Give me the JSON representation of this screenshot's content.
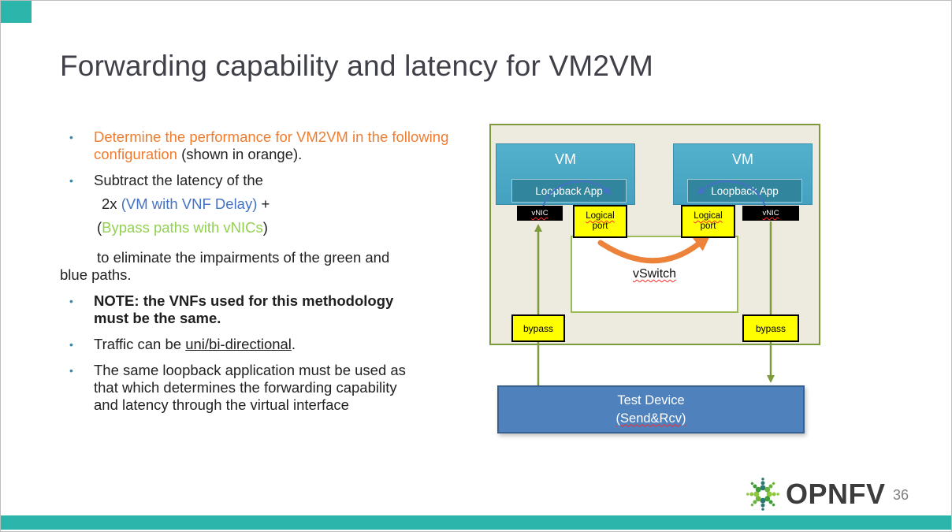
{
  "slide": {
    "title": "Forwarding capability and latency for VM2VM"
  },
  "bullets": {
    "marker": "•",
    "b1_orange": "Determine the performance for VM2VM in the following configuration",
    "b1_rest": " (shown in orange).",
    "b2_intro": "Subtract the latency of the",
    "b2_l2_pre": "2x ",
    "b2_l2_blue": "(VM with VNF Delay)",
    "b2_l2_post": " +",
    "b2_l3_pre": "(",
    "b2_l3_green": "Bypass paths with vNICs",
    "b2_l3_post": ")",
    "b2_l4a": "to eliminate the impairments of the green and",
    "b2_l4b": "blue paths.",
    "b3_bold": "NOTE: the VNFs used for this methodology must be the same",
    "b3_rest": ".",
    "b4_pre": "Traffic can be ",
    "b4_underline": "uni/bi-directional",
    "b4_post": ".",
    "b5": "The same loopback application must be used as that which determines the forwarding capability and latency through the virtual interface"
  },
  "diagram": {
    "vm_label": "VM",
    "loopback_label": "Loopback App",
    "vnic_label": "vNIC",
    "logical_port_line1": "Logical",
    "logical_port_line2": "port",
    "vswitch_label": "vSwitch",
    "bypass_label": "bypass",
    "test_device_line1": "Test Device",
    "test_device_line2": "(Send&Rcv)"
  },
  "footer": {
    "logo_text": "OPNFV",
    "page_number": "36"
  },
  "colors": {
    "accent_teal": "#2cb5aa",
    "orange": "#ed7d31",
    "blue": "#4472c4",
    "green": "#92d050",
    "vm_fill": "#45a1bf",
    "loopback_fill": "#31859c",
    "yellow": "#ffff00",
    "olive_border": "#7f9a3d",
    "diagram_bg": "#edebe0",
    "test_device_fill": "#4f81bd"
  }
}
